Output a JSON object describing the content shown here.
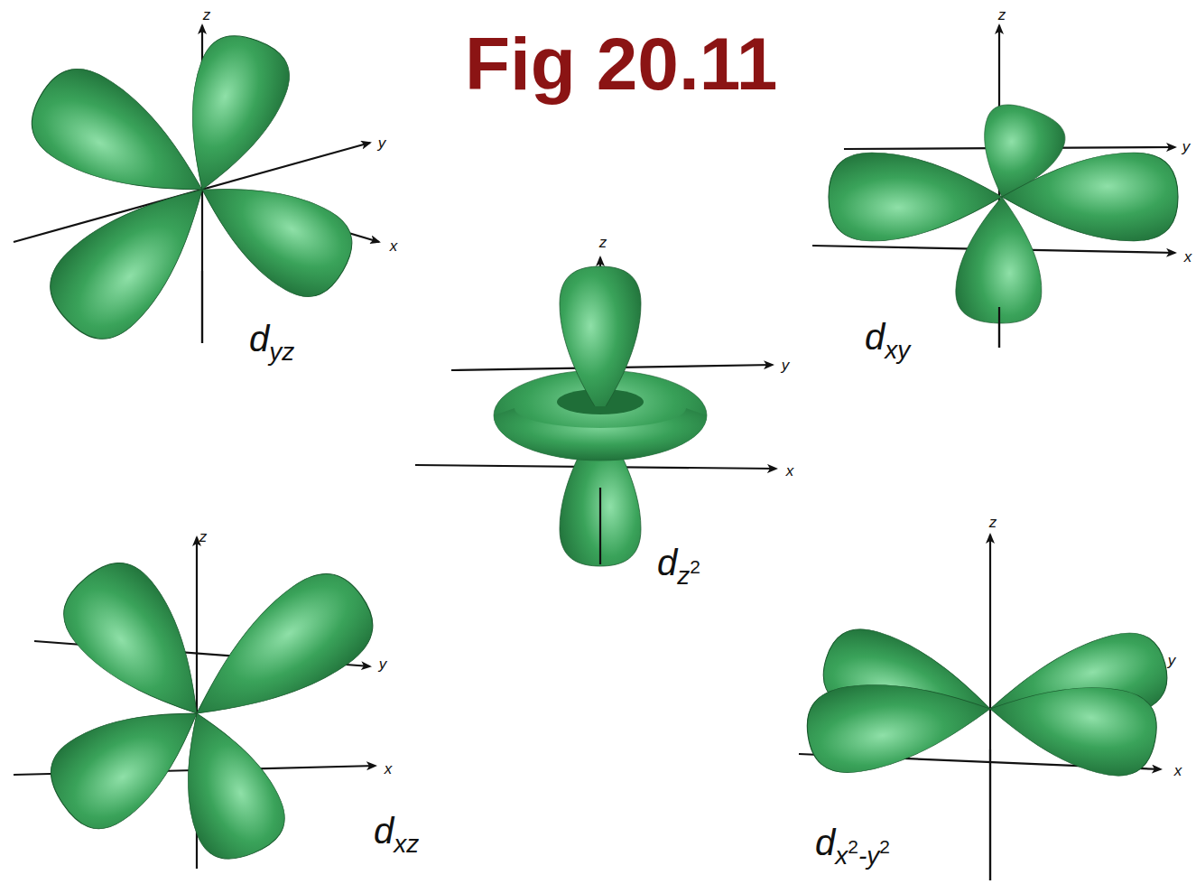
{
  "diagram": {
    "title": "Fig 20.11",
    "labels": [
      "z",
      "y",
      "x",
      "dyz",
      "z",
      "y",
      "x",
      "dxy",
      "z",
      "y",
      "x",
      "dz2",
      "z",
      "y",
      "x",
      "dxz",
      "z",
      "y",
      "x",
      "dx2-y2"
    ]
  }
}
